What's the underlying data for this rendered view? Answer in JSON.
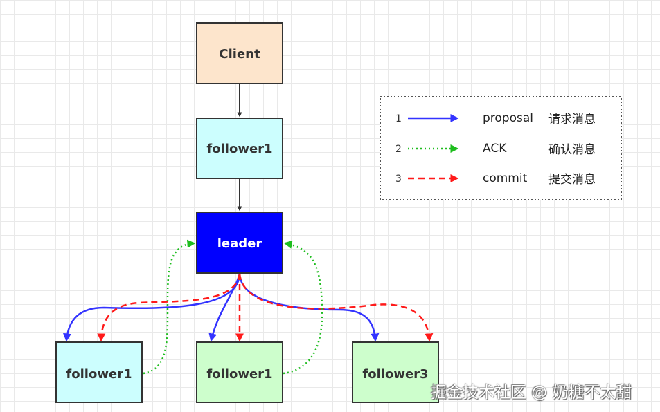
{
  "colors": {
    "client": "#fde5cc",
    "follower_cyan": "#ccfefe",
    "follower_green": "#cdfecc",
    "leader": "#0000ff",
    "proposal": "#3333ff",
    "ack": "#1ebd1e",
    "commit": "#ff1a1a",
    "connector": "#333333"
  },
  "nodes": {
    "client": "Client",
    "follower_top": "follower1",
    "leader": "leader",
    "follower_bottom_left": "follower1",
    "follower_bottom_mid": "follower1",
    "follower_bottom_right": "follower3"
  },
  "legend": {
    "items": [
      {
        "number": "1",
        "name": "proposal",
        "desc": "请求消息",
        "style": "solid"
      },
      {
        "number": "2",
        "name": "ACK",
        "desc": "确认消息",
        "style": "dotted"
      },
      {
        "number": "3",
        "name": "commit",
        "desc": "提交消息",
        "style": "dashed"
      }
    ]
  },
  "watermark": {
    "text": "掘金技术社区 @ 奶糖不太甜"
  }
}
